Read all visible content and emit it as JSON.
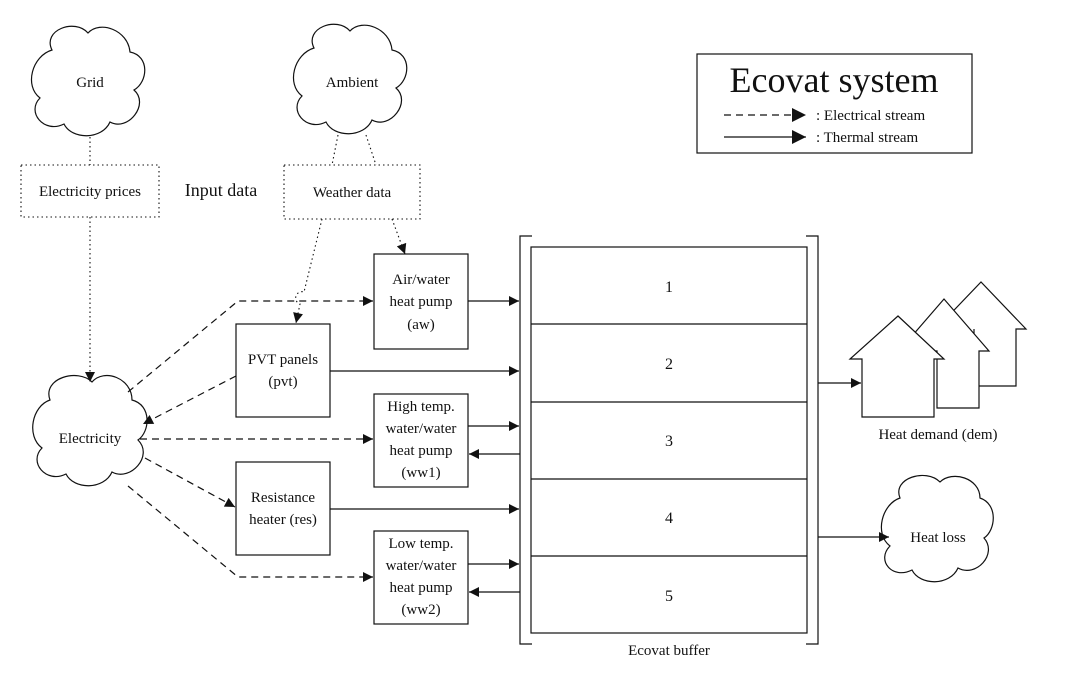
{
  "title": "Ecovat system",
  "legend": {
    "electrical": ": Electrical stream",
    "thermal": ": Thermal stream"
  },
  "sources": {
    "grid": "Grid",
    "ambient": "Ambient"
  },
  "input_data": {
    "label": "Input data",
    "electricity_prices": "Electricity prices",
    "weather_data": "Weather data"
  },
  "electricity": "Electricity",
  "units": {
    "aw": [
      "Air/water",
      "heat pump",
      "(aw)"
    ],
    "pvt": [
      "PVT panels",
      "(pvt)"
    ],
    "ww1": [
      "High temp.",
      "water/water",
      "heat pump",
      "(ww1)"
    ],
    "res": [
      "Resistance",
      "heater (res)"
    ],
    "ww2": [
      "Low temp.",
      "water/water",
      "heat pump",
      "(ww2)"
    ]
  },
  "buffer": {
    "label": "Ecovat buffer",
    "segments": [
      "1",
      "2",
      "3",
      "4",
      "5"
    ]
  },
  "outputs": {
    "heat_demand": "Heat demand (dem)",
    "heat_loss": "Heat loss"
  }
}
